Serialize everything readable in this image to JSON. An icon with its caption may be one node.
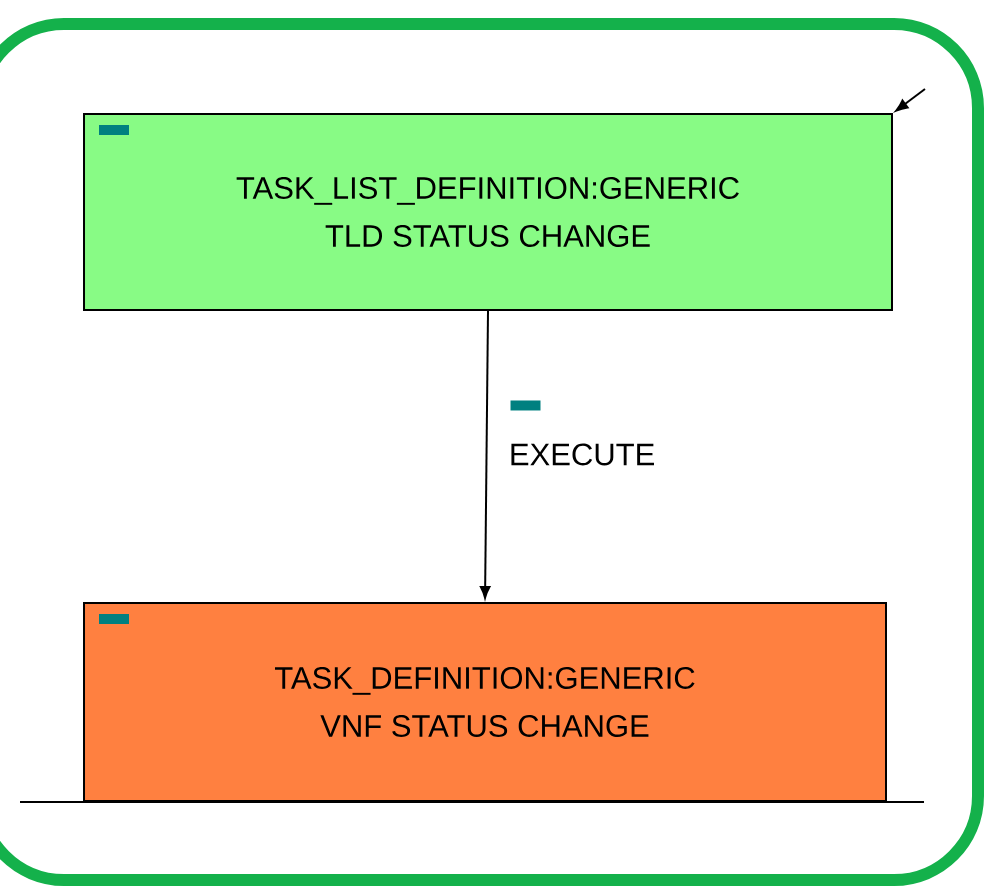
{
  "diagram": {
    "nodes": [
      {
        "text": [
          "TASK_LIST_DEFINITION:GENERIC",
          "TLD STATUS CHANGE"
        ]
      },
      {
        "text": [
          "TASK_DEFINITION:GENERIC",
          "VNF STATUS CHANGE"
        ]
      }
    ],
    "edges": [
      {
        "from": 0,
        "to": 1,
        "arrow": "to",
        "label": "EXECUTE"
      },
      {
        "from": null,
        "to": 0,
        "arrow": "to"
      }
    ]
  }
}
